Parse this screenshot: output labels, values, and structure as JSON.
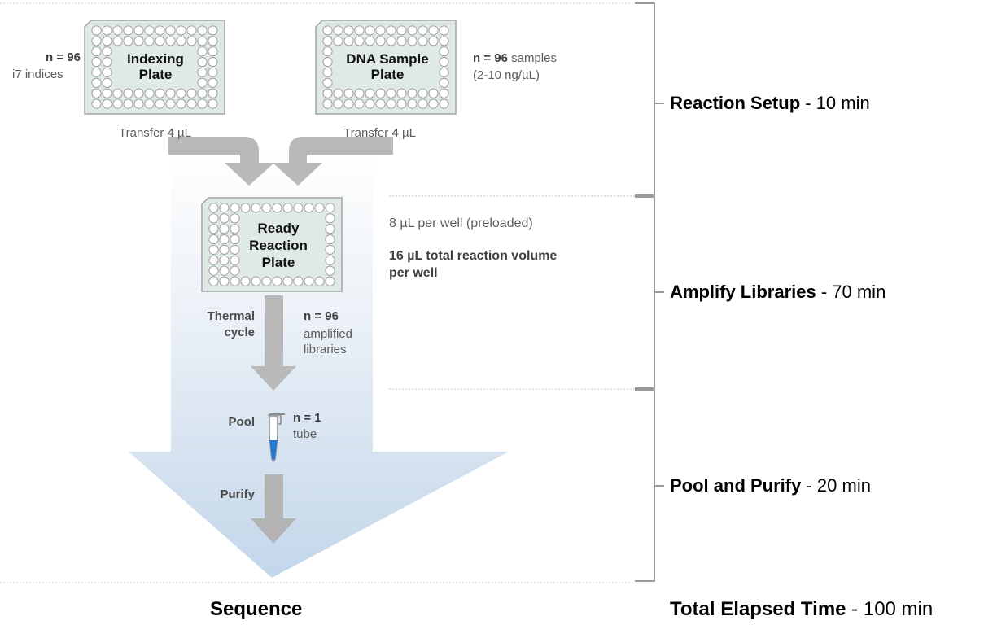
{
  "plates": {
    "indexing": {
      "label_line1": "Indexing",
      "label_line2": "Plate",
      "count": "n = 96",
      "desc": "i7 indices",
      "transfer": "Transfer 4 µL"
    },
    "dna": {
      "label_line1": "DNA Sample",
      "label_line2": "Plate",
      "count": "n = 96",
      "count_suffix": " samples",
      "desc": "(2-10 ng/µL)",
      "transfer": "Transfer 4 µL"
    },
    "ready": {
      "label_line1": "Ready",
      "label_line2": "Reaction",
      "label_line3": "Plate",
      "note1": "8 µL per well (preloaded)",
      "note2_line1": "16 µL total reaction volume",
      "note2_line2": "per well"
    }
  },
  "steps": {
    "thermal": {
      "label_line1": "Thermal",
      "label_line2": "cycle",
      "count": "n = 96",
      "desc_line1": "amplified",
      "desc_line2": "libraries"
    },
    "pool": {
      "label": "Pool",
      "count": "n = 1",
      "desc": "tube"
    },
    "purify": {
      "label": "Purify"
    },
    "sequence": {
      "label": "Sequence"
    }
  },
  "stages": [
    {
      "name": "Reaction Setup",
      "time": " - 10 min"
    },
    {
      "name": "Amplify Libraries",
      "time": " - 70 min"
    },
    {
      "name": "Pool and Purify",
      "time": " - 20 min"
    }
  ],
  "total": {
    "name": "Total Elapsed Time",
    "time": " - 100 min"
  },
  "colors": {
    "plate_fill": "#dfeae6",
    "plate_stroke": "#a4a4a4",
    "well_stroke": "#999999",
    "arrow_gray": "#b9b9b9",
    "big_arrow_top": "#ffffff",
    "big_arrow_bottom": "#c7d8ea",
    "tube_blue": "#1e7bd4",
    "bracket": "#9a9a9a"
  }
}
